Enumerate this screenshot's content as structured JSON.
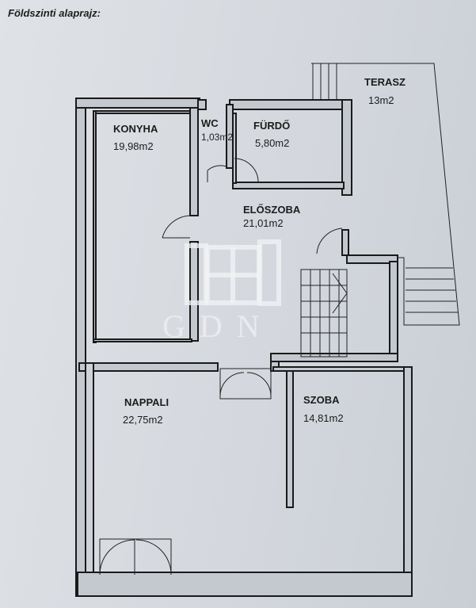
{
  "title": "Földszinti alaprajz:",
  "rooms": {
    "konyha": {
      "name": "KONYHA",
      "area": "19,98m2"
    },
    "wc": {
      "name": "WC",
      "area": "1,03m2"
    },
    "furdo": {
      "name": "FÜRDŐ",
      "area": "5,80m2"
    },
    "eloszoba": {
      "name": "ELŐSZOBA",
      "area": "21,01m2"
    },
    "nappali": {
      "name": "NAPPALI",
      "area": "22,75m2"
    },
    "szoba": {
      "name": "SZOBA",
      "area": "14,81m2"
    },
    "terasz": {
      "name": "TERASZ",
      "area": "13m2"
    }
  },
  "watermark": "GDN"
}
